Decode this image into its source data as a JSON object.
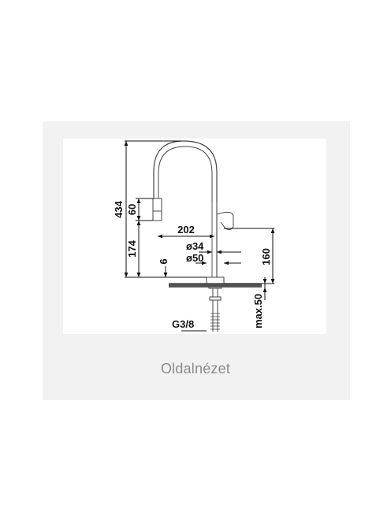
{
  "diagram": {
    "dimensions": {
      "total_height": "434",
      "head_height": "60",
      "reach": "202",
      "spout_base_height": "174",
      "base_thickness": "6",
      "diameter_small": "ø34",
      "diameter_large": "ø50",
      "connector_height": "160",
      "thread": "G3/8",
      "counter_thickness": "max.50"
    }
  },
  "caption": "Oldalnézet"
}
